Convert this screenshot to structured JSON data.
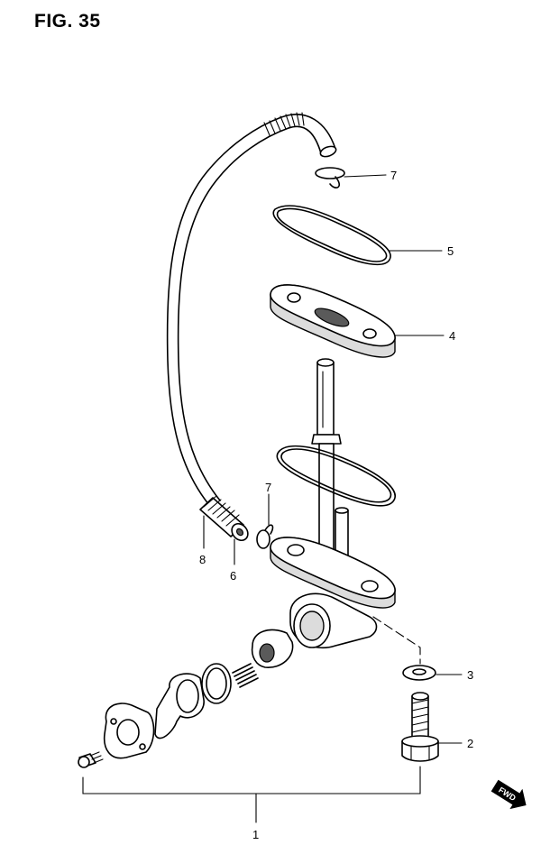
{
  "figure": {
    "title": "FIG. 35"
  },
  "callouts": {
    "c1": "1",
    "c2": "2",
    "c3": "3",
    "c4": "4",
    "c5": "5",
    "c6": "6",
    "c7a": "7",
    "c7b": "7",
    "c8": "8"
  },
  "fwd_arrow": {
    "label": "FWD"
  }
}
